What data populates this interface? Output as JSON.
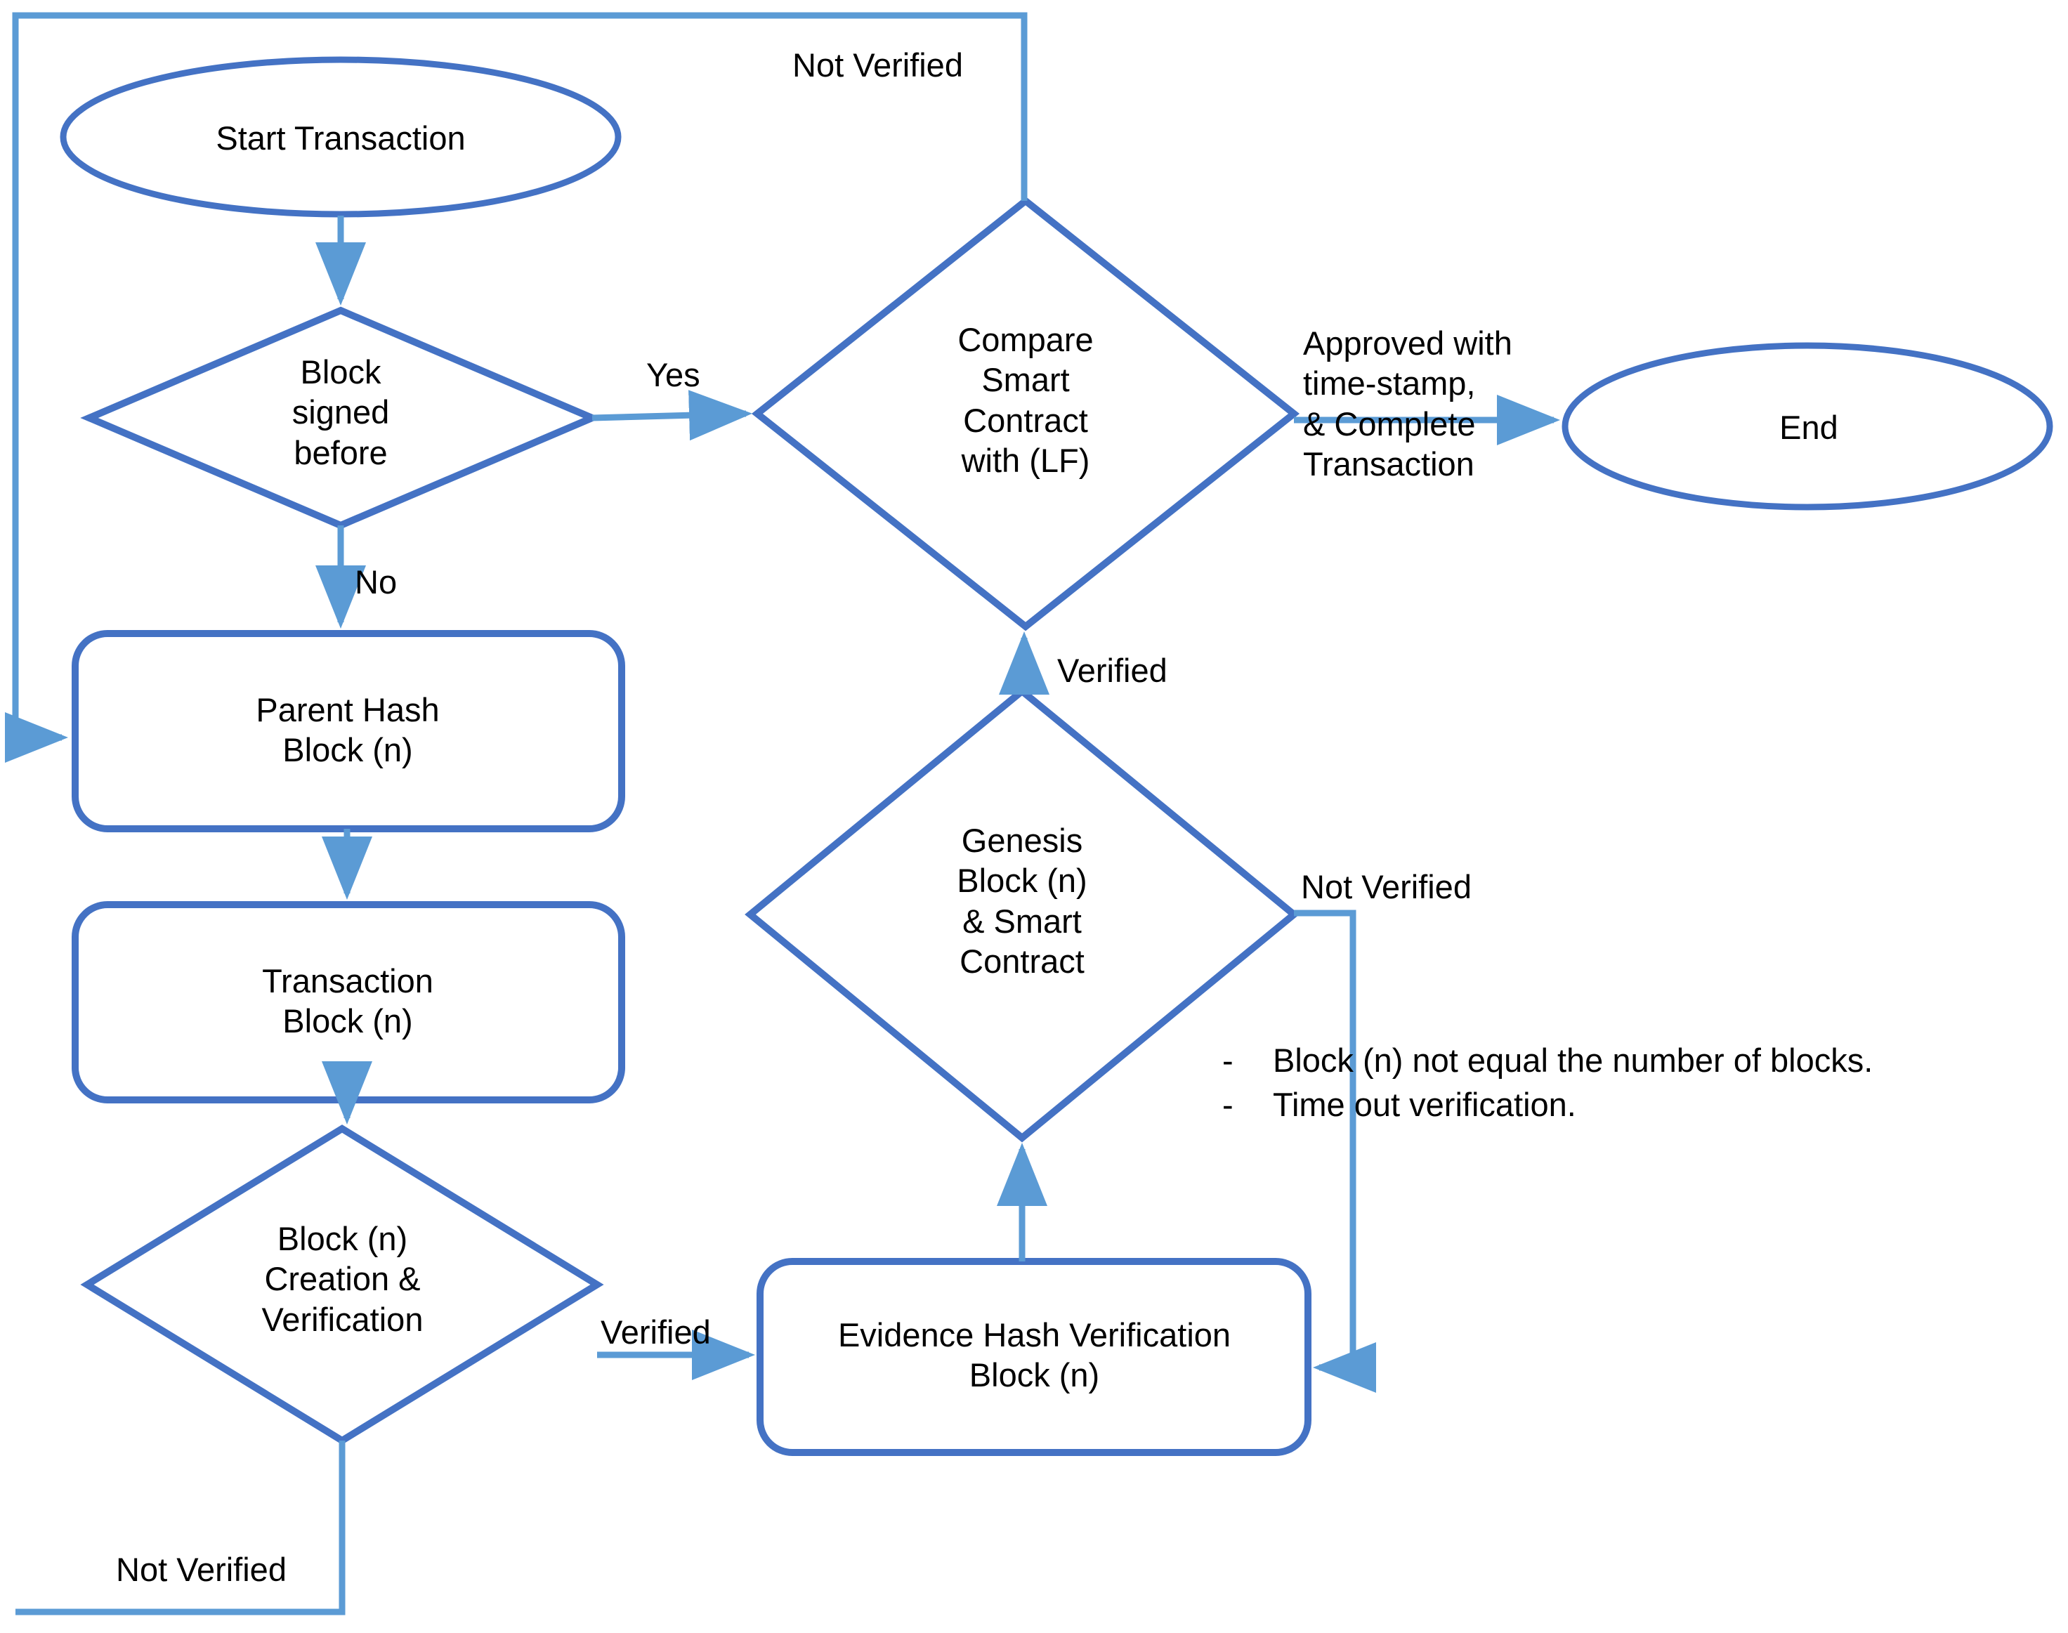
{
  "diagram": {
    "title": "Blockchain transaction verification flowchart",
    "colors": {
      "shape_stroke": "#4472C4",
      "connector_stroke": "#5B9BD5",
      "text": "#000000",
      "background": "#FFFFFF"
    },
    "nodes": [
      {
        "id": "start",
        "shape": "ellipse",
        "label": "Start Transaction"
      },
      {
        "id": "block_signed",
        "shape": "diamond",
        "label": "Block\nsigned\nbefore"
      },
      {
        "id": "parent_hash",
        "shape": "rounded-rect",
        "label": "Parent Hash\nBlock (n)"
      },
      {
        "id": "transaction",
        "shape": "rounded-rect",
        "label": "Transaction\nBlock (n)"
      },
      {
        "id": "block_create",
        "shape": "diamond",
        "label": "Block (n)\nCreation &\nVerification"
      },
      {
        "id": "compare",
        "shape": "diamond",
        "label": "Compare\nSmart\nContract\nwith (LF)"
      },
      {
        "id": "genesis",
        "shape": "diamond",
        "label": "Genesis\nBlock (n)\n& Smart\nContract"
      },
      {
        "id": "evidence",
        "shape": "rounded-rect",
        "label": "Evidence Hash Verification\nBlock (n)"
      },
      {
        "id": "end",
        "shape": "ellipse",
        "label": "End"
      }
    ],
    "edge_labels": [
      {
        "id": "not_verified_top",
        "text": "Not Verified"
      },
      {
        "id": "yes",
        "text": "Yes"
      },
      {
        "id": "no",
        "text": "No"
      },
      {
        "id": "approved",
        "text": "Approved with\ntime-stamp,\n& Complete\nTransaction"
      },
      {
        "id": "verified_genesis",
        "text": "Verified"
      },
      {
        "id": "not_verified_genesis",
        "text": "Not Verified"
      },
      {
        "id": "verified_block",
        "text": "Verified"
      },
      {
        "id": "not_verified_bottom",
        "text": "Not Verified"
      }
    ],
    "notes": {
      "bullet_marker": "-",
      "items": [
        "Block (n) not equal the number of blocks.",
        "Time out verification."
      ]
    }
  }
}
